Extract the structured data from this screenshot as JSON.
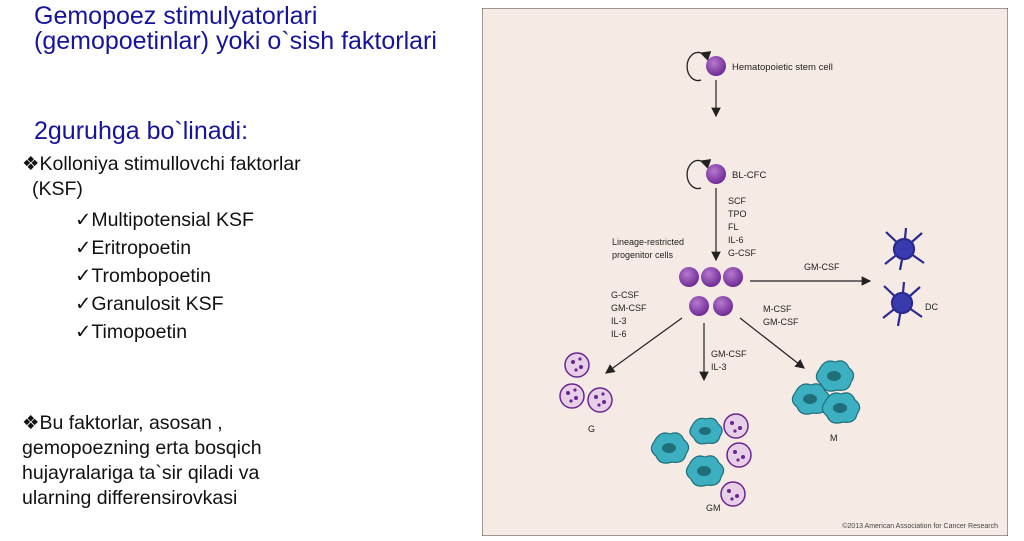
{
  "slide": {
    "title": "Gemopoez stimulyatorlari (gemopoetinlar) yoki o`sish faktorlari",
    "subtitle": "2guruhga bo`linadi:",
    "bullet1_line1": "❖Kolloniya stimullovchi faktorlar",
    "bullet1_line2": "(KSF)",
    "checklist": [
      "✓Multipotensial KSF",
      "✓Eritropoetin",
      "✓Trombopoetin",
      "✓Granulosit KSF",
      "✓Timopoetin"
    ],
    "bullet2_lines": [
      "❖Bu faktorlar, asosan ,",
      "gemopoezning erta bosqich",
      "hujayralariga ta`sir qiladi va",
      "ularning  differensirovkasi"
    ]
  },
  "figure": {
    "colors": {
      "panel": "#f6ebe4",
      "purple": "#8a3fa5",
      "purple_dark": "#5c1f78",
      "dc_blue": "#3a3ab0",
      "monocyte_teal": "#3cb0c0",
      "granulocyte_pink": "#e8cfe8"
    },
    "labels": {
      "hsc": "Hematopoietic stem cell",
      "blcfc": "BL-CFC",
      "factors_top": [
        "SCF",
        "TPO",
        "FL",
        "IL-6",
        "G-CSF"
      ],
      "lineage_1": "Lineage-restricted",
      "lineage_2": "progenitor cells",
      "gmcsf_dc": "GM-CSF",
      "dc": "DC",
      "factors_left": [
        "G-CSF",
        "GM-CSF",
        "IL-3",
        "IL-6"
      ],
      "factors_right": [
        "M-CSF",
        "GM-CSF"
      ],
      "factors_mid": [
        "GM-CSF",
        "IL-3"
      ],
      "g": "G",
      "gm": "GM",
      "m": "M",
      "copyright": "©2013 American Association for Cancer Research"
    }
  }
}
